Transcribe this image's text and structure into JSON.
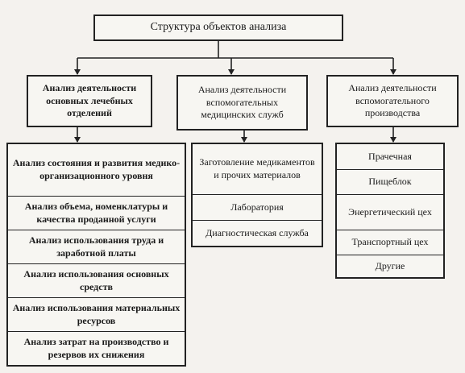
{
  "title": "Структура объектов анализа",
  "branches": [
    {
      "header": "Анализ деятельности основных лечебных отделений",
      "items": [
        "Анализ состояния и развития медико-организационного уровня",
        "Анализ объема, номенклатуры и качества проданной услуги",
        "Анализ использования труда и заработной платы",
        "Анализ использования основных средств",
        "Анализ использования материальных ресурсов",
        "Анализ затрат на производство и резервов их снижения"
      ]
    },
    {
      "header": "Анализ деятельности вспомогательных медицинских служб",
      "items": [
        "Заготовление медикаментов и прочих материалов",
        "Лаборатория",
        "Диагностическая служба"
      ]
    },
    {
      "header": "Анализ деятельности вспомогательного производства",
      "items": [
        "Прачечная",
        "Пищеблок",
        "Энергетический цех",
        "Транспортный цех",
        "Другие"
      ]
    }
  ]
}
